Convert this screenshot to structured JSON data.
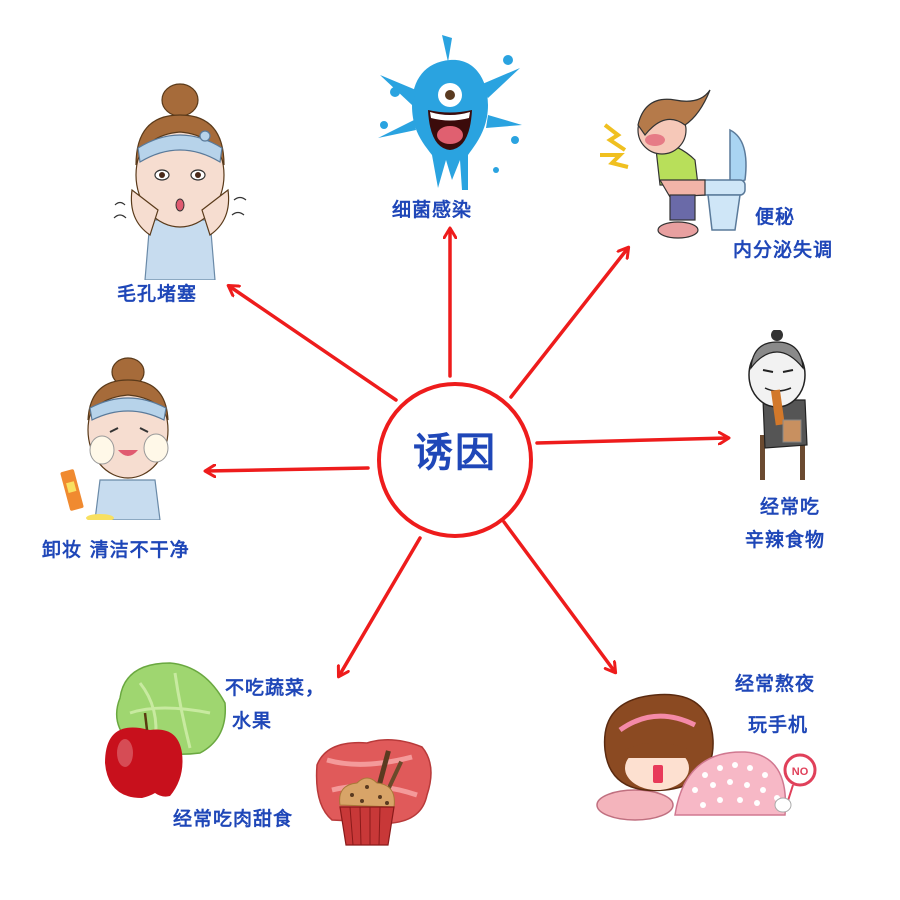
{
  "center": {
    "label": "诱因"
  },
  "colors": {
    "arrow": "#ee1c1c",
    "text": "#1f47b8",
    "circle": "#ee1c1c"
  },
  "causes": [
    {
      "id": "bacteria",
      "label": "细菌感染",
      "icon": "blue-germ-icon"
    },
    {
      "id": "constipation",
      "line1": "便秘",
      "line2": "内分泌失调",
      "icon": "girl-on-toilet-icon"
    },
    {
      "id": "spicy",
      "line1": "经常吃",
      "line2": "辛辣食物",
      "icon": "man-eating-spicy-strips-icon"
    },
    {
      "id": "late-night",
      "line1": "经常熬夜",
      "line2": "玩手机",
      "icon": "girl-in-bed-phone-icon"
    },
    {
      "id": "no-veg",
      "line1": "不吃蔬菜，",
      "line2": "水果",
      "icon": "lettuce-apple-icon"
    },
    {
      "id": "meat-sweets",
      "label": "经常吃肉甜食",
      "icon": "meat-cupcake-icon"
    },
    {
      "id": "makeup",
      "label": "卸妆 清洁不干净",
      "icon": "girl-washing-face-icon"
    },
    {
      "id": "pores",
      "label": "毛孔堵塞",
      "icon": "girl-touching-face-icon"
    }
  ]
}
